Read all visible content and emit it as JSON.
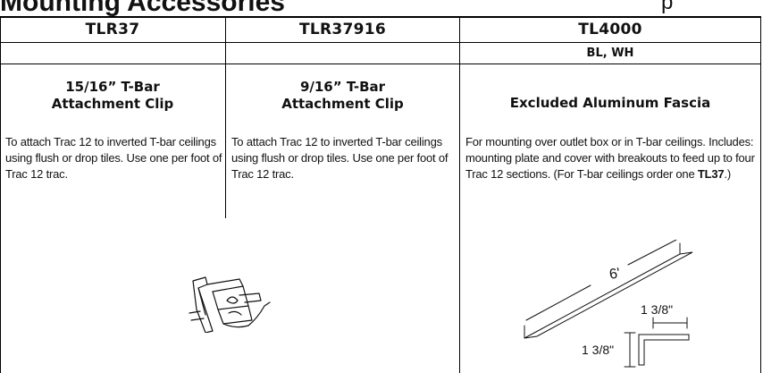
{
  "page": {
    "title": "Mounting Accessories",
    "title_right": "p"
  },
  "columns": [
    {
      "code": "TLR37",
      "finish": "",
      "product_line1": "15/16” T-Bar",
      "product_line2": "Attachment Clip",
      "description": "To attach Trac 12 to inverted T-bar ceilings using flush or drop tiles. Use one per foot of Trac 12 trac.",
      "illustration": "t-bar-clip-illustration"
    },
    {
      "code": "TLR37916",
      "finish": "",
      "product_line1": "9/16” T-Bar",
      "product_line2": "Attachment Clip",
      "description": "To attach Trac 12 to inverted T-bar ceilings using flush or drop tiles. Use one per foot of Trac 12 trac."
    },
    {
      "code": "TL4000",
      "finish": "BL, WH",
      "product_line1": "Excluded Aluminum Fascia",
      "description_main": "For mounting over outlet box or in T-bar ceilings. Includes: mounting plate and cover with breakouts to feed up to four Trac 12 sections. (For T-bar ceilings order one ",
      "description_code": "TL37",
      "description_end": ".)",
      "illustration": "aluminum-fascia-diagram",
      "diagram_labels": {
        "length": "6'",
        "width_top": "1 3/8\"",
        "width_side": "1 3/8\""
      }
    }
  ]
}
